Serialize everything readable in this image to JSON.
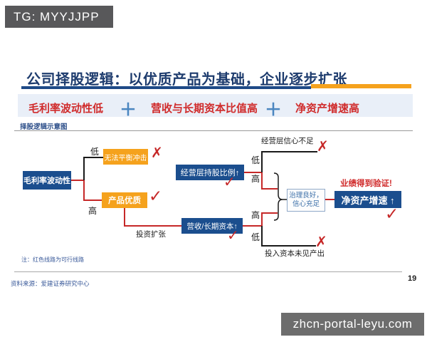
{
  "badge": "TG: MYYJJPP",
  "title": "公司择股逻辑：以优质产品为基础，企业逐步扩张",
  "criteria": {
    "item1": "毛利率波动性低",
    "plus": "＋",
    "item2": "营收与长期资本比值高",
    "item3": "净资产增速高"
  },
  "diagram": {
    "caption": "择股逻辑示意图",
    "nodes": {
      "margin_volatility": "毛利率波动性",
      "unbalanced_shock": "无法平衡冲击",
      "product_quality": "产品优质",
      "mgmt_shareholding": "经营层持股比例↑",
      "revenue_capital": "营收/长期资本↑",
      "governance_line1": "治理良好，",
      "governance_line2": "信心充足",
      "net_asset_growth": "净资产增速 ↑"
    },
    "labels": {
      "low": "低",
      "high": "高",
      "invest_expand": "投资扩张",
      "mgmt_confidence_low": "经营层信心不足",
      "capital_no_output": "投入资本未见产出",
      "verified": "业绩得到验证!"
    },
    "marks": {
      "check": "✓",
      "cross": "✗"
    }
  },
  "footer": {
    "note": "注：红色线路为可行线路",
    "source": "资料来源：爱建证券研究中心",
    "page": "19"
  },
  "watermark": "zhcn-portal-leyu.com",
  "colors": {
    "node_blue": "#1b4e8e",
    "node_orange": "#f5a21d",
    "line_red": "#c62828",
    "line_black": "#1a1a1a",
    "title_blue": "#1e3c6e",
    "accent_orange": "#f5a21d",
    "criteria_red": "#d02b2b",
    "plus_blue": "#4a86c0",
    "band_bg": "#e9eff8",
    "badge_bg": "#58585a",
    "watermark_bg": "#6d6d6d"
  }
}
